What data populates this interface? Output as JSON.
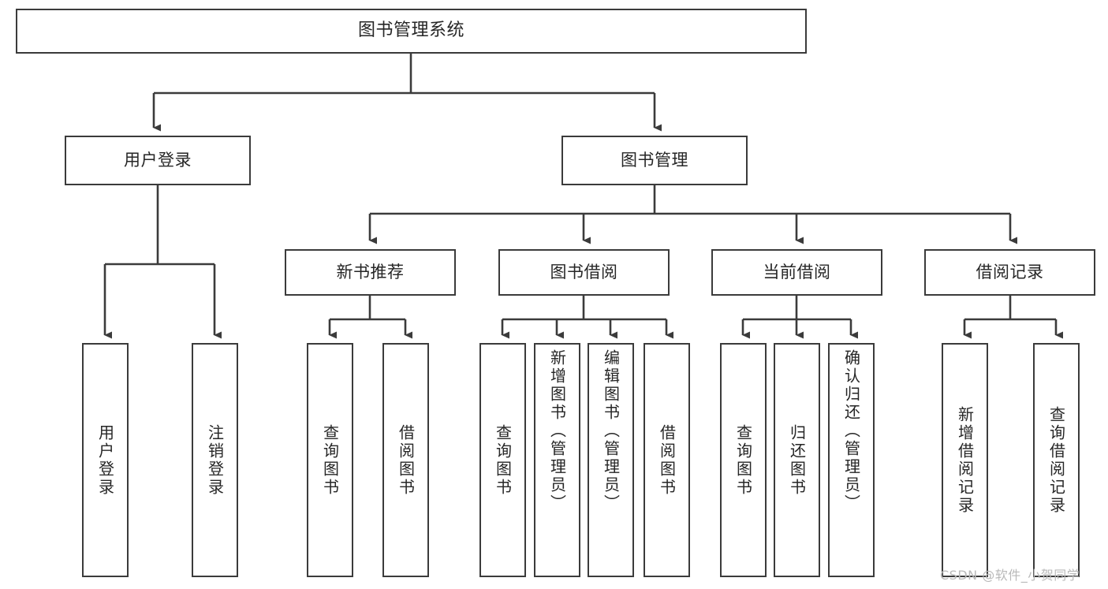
{
  "diagram": {
    "title": "图书管理系统",
    "type": "tree",
    "theme": {
      "background": "#ffffff",
      "box_border": "#3b3b3b",
      "box_fill": "#ffffff",
      "text": "#262626",
      "edge": "#3b3b3b",
      "watermark": "#b9b9b9"
    },
    "root": {
      "label": "图书管理系统"
    },
    "level1": [
      {
        "label": "用户登录"
      },
      {
        "label": "图书管理"
      }
    ],
    "level2": [
      {
        "label": "新书推荐"
      },
      {
        "label": "图书借阅"
      },
      {
        "label": "当前借阅"
      },
      {
        "label": "借阅记录"
      }
    ],
    "leaves": {
      "user_login": [
        {
          "label": "用户登录"
        },
        {
          "label": "注销登录"
        }
      ],
      "new_book": [
        {
          "label": "查询图书"
        },
        {
          "label": "借阅图书"
        }
      ],
      "book_borrow": [
        {
          "label": "查询图书"
        },
        {
          "label": "新增图书（管理员）"
        },
        {
          "label": "编辑图书（管理员）"
        },
        {
          "label": "借阅图书"
        }
      ],
      "current_borrow": [
        {
          "label": "查询图书"
        },
        {
          "label": "归还图书"
        },
        {
          "label": "确认归还（管理员）"
        }
      ],
      "borrow_record": [
        {
          "label": "新增借阅记录"
        },
        {
          "label": "查询借阅记录"
        }
      ]
    }
  },
  "watermark": {
    "text": "CSDN @软件_小贺同学"
  }
}
